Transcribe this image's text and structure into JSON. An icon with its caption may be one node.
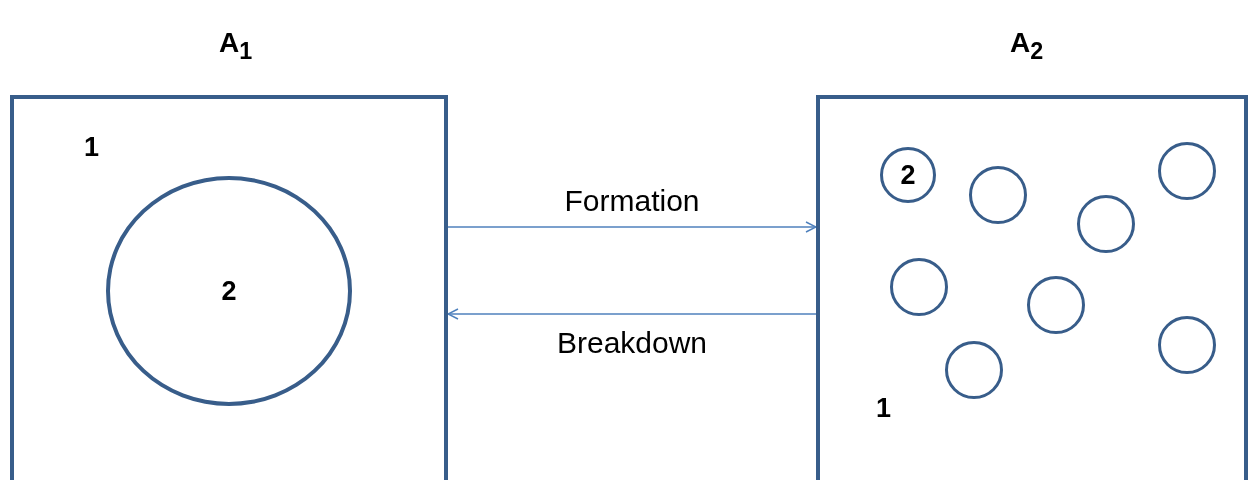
{
  "diagram": {
    "nodes": [
      {
        "text": [
          "A$_{1}$",
          "1"
        ]
      },
      {
        "text": [
          "2"
        ],
        "in": 0
      },
      {
        "text": [
          "A$_{2}$",
          "1"
        ]
      },
      {
        "text": [
          "2"
        ],
        "in": 2
      },
      {
        "text": [],
        "shape": "circle",
        "in": 2
      },
      {
        "text": [],
        "shape": "circle",
        "in": 2
      },
      {
        "text": [],
        "shape": "circle",
        "in": 2
      },
      {
        "text": [],
        "shape": "circle",
        "in": 2
      },
      {
        "text": [],
        "shape": "circle",
        "in": 2
      },
      {
        "text": [],
        "shape": "circle",
        "in": 2
      },
      {
        "text": [],
        "shape": "circle",
        "in": 2
      }
    ],
    "edges": [
      {
        "from": 0,
        "to": 2,
        "arrow": "to",
        "label": "Formation"
      },
      {
        "from": 2,
        "to": 0,
        "arrow": "to",
        "label": "Breakdown"
      }
    ]
  }
}
